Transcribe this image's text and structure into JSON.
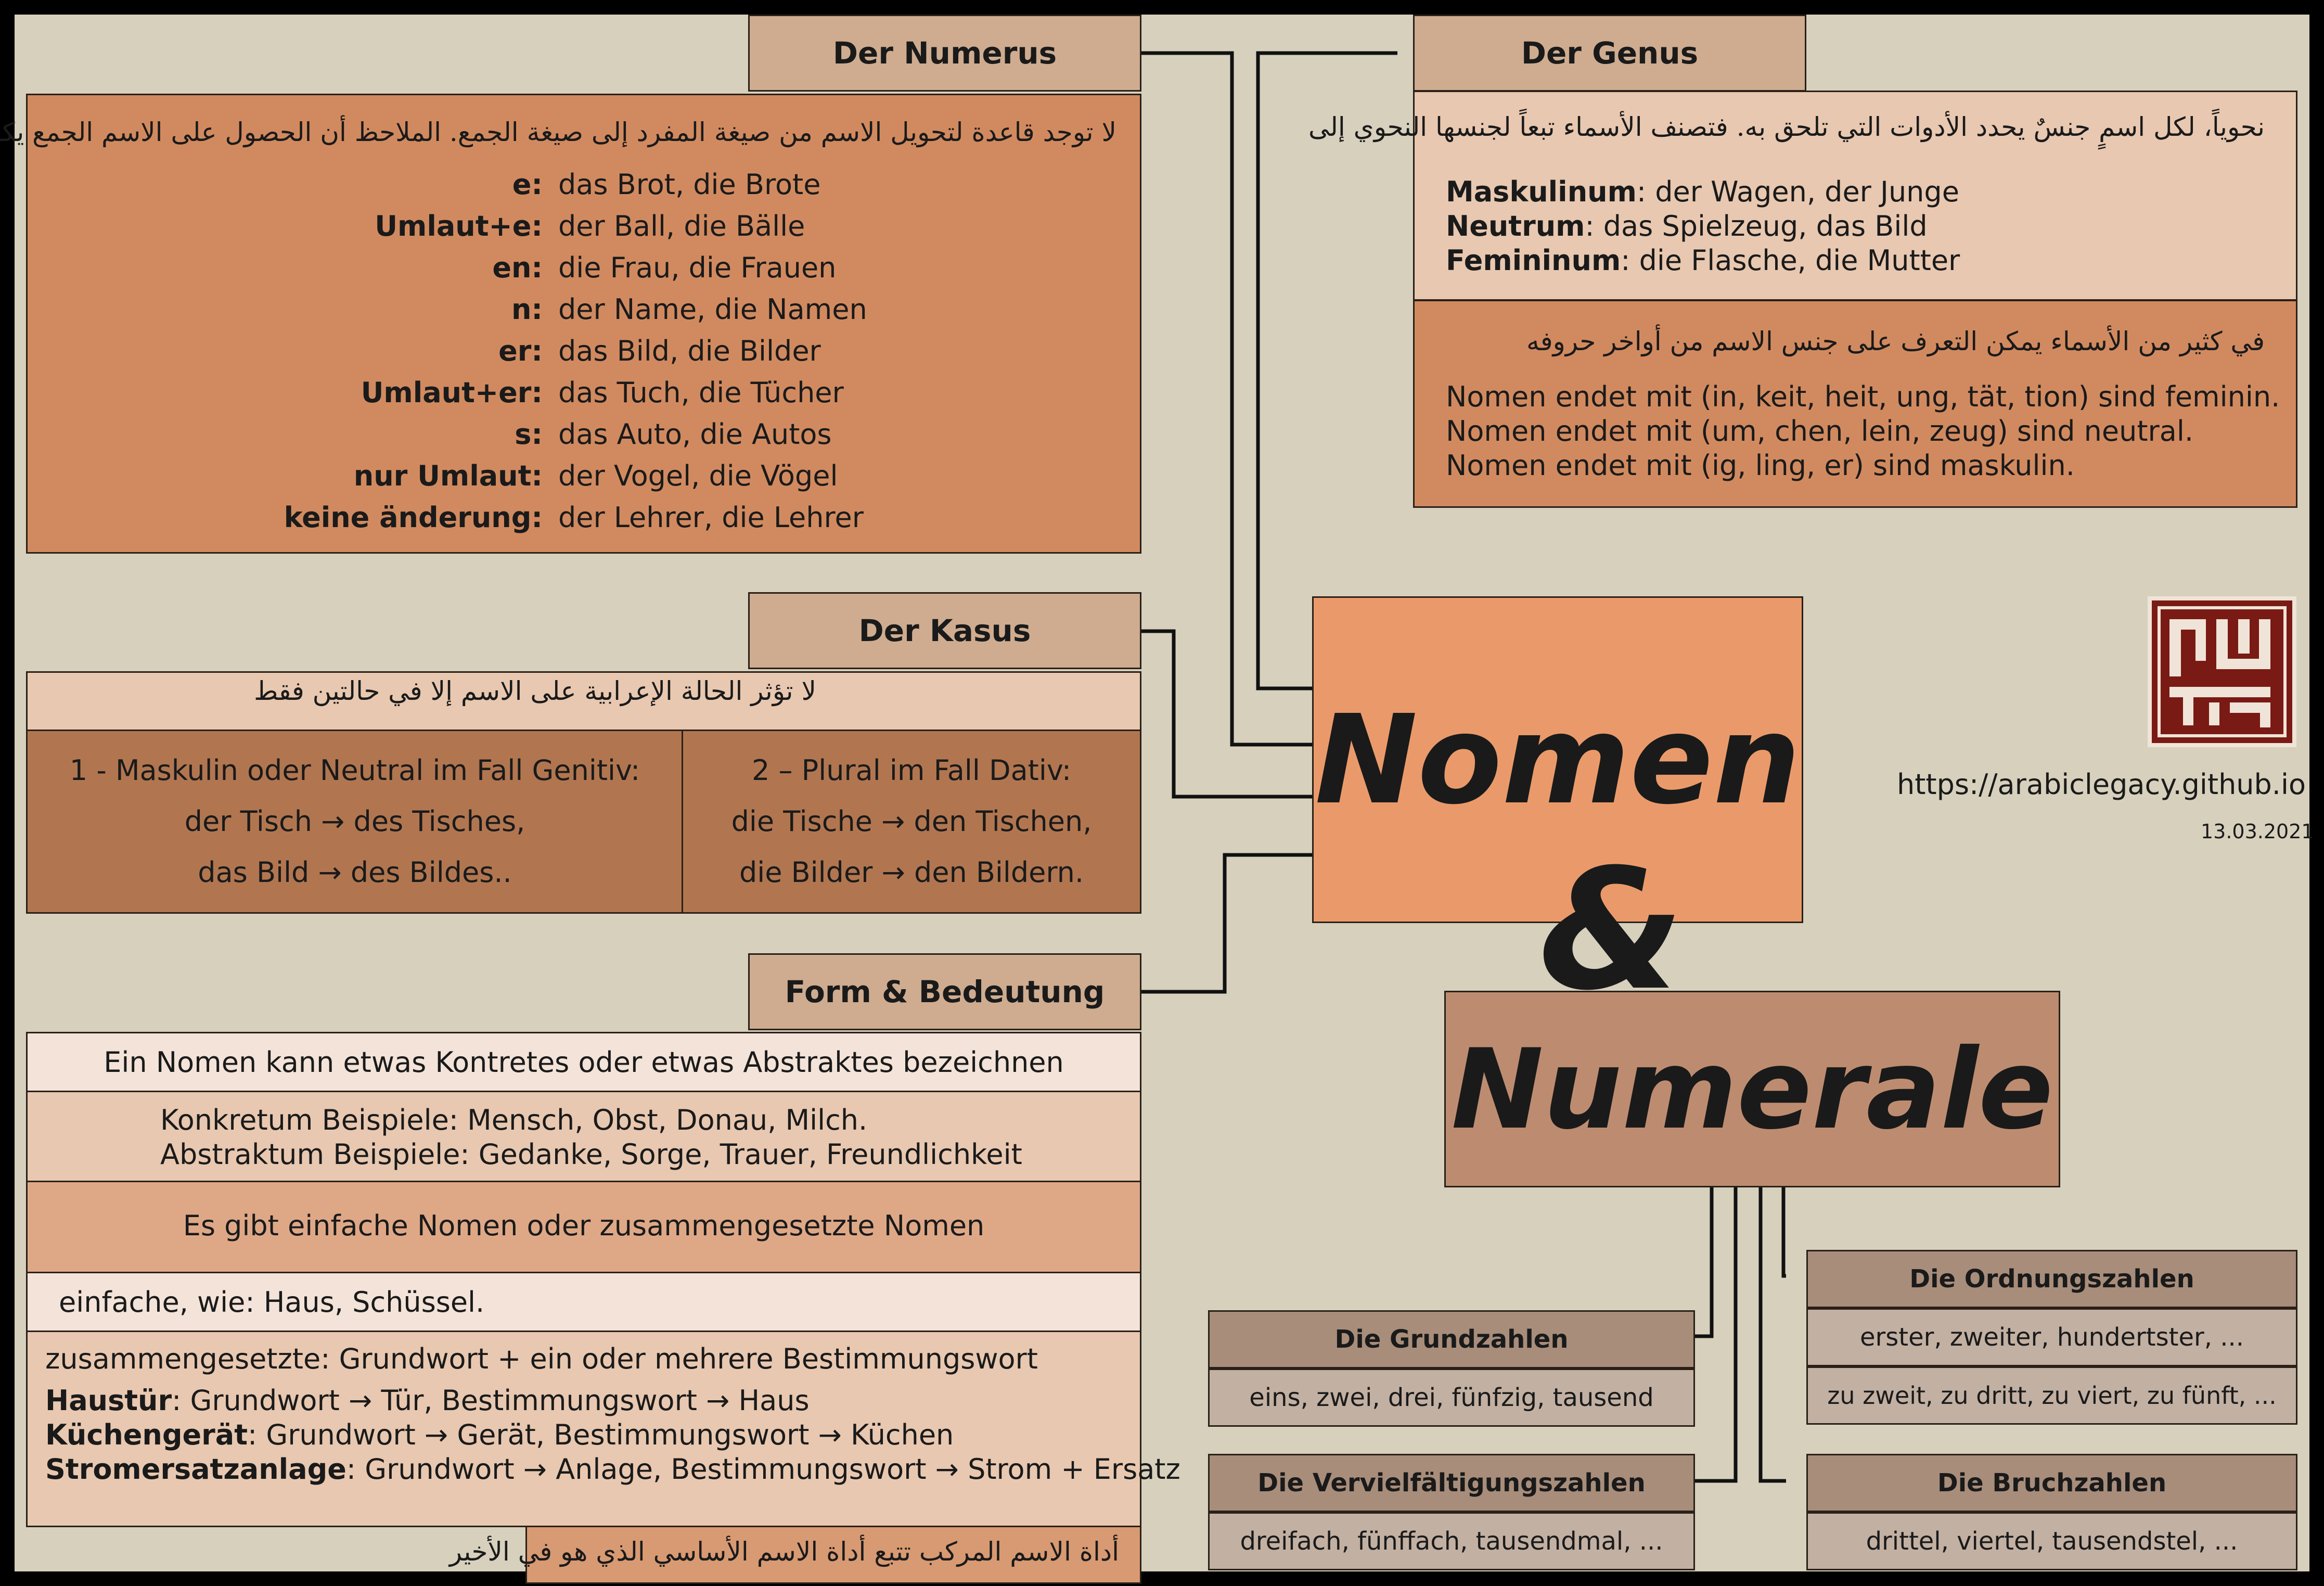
{
  "colors": {
    "background": "#d6d0bd",
    "frame": "#000000",
    "tab": "#cfac90",
    "orange": "#d18a5f",
    "light": "#e8c8b0",
    "brown": "#b17650",
    "nomen": "#ea9a6a",
    "numerale": "#bd8c70",
    "gray": "#a88d7b",
    "graylight": "#c2b0a2"
  },
  "numerus": {
    "title": "Der Numerus",
    "intro": "لا توجد قاعدة لتحويل الاسم من صيغة المفرد إلى صيغة الجمع. الملاحظ أن الحصول على الاسم الجمع يكون بإضافة",
    "rows": [
      {
        "label": "e:",
        "example": "das Brot, die Brote"
      },
      {
        "label": "Umlaut+e:",
        "example": "der Ball, die Bälle"
      },
      {
        "label": "en:",
        "example": "die Frau, die Frauen"
      },
      {
        "label": "n:",
        "example": "der Name, die Namen"
      },
      {
        "label": "er:",
        "example": "das Bild, die Bilder"
      },
      {
        "label": "Umlaut+er:",
        "example": "das Tuch, die Tücher"
      },
      {
        "label": "s:",
        "example": "das Auto, die Autos"
      },
      {
        "label": "nur Umlaut:",
        "example": "der Vogel, die Vögel"
      },
      {
        "label": "keine änderung:",
        "example": "der Lehrer, die Lehrer"
      }
    ]
  },
  "genus": {
    "title": "Der Genus",
    "intro": "نحوياً، لكل اسمٍ جنسٌ يحدد الأدوات التي تلحق به. فتصنف الأسماء تبعاً لجنسها النحوي إلى",
    "items": [
      {
        "term": "Maskulinum",
        "text": ": der Wagen, der Junge"
      },
      {
        "term": "Neutrum",
        "text": ": das Spielzeug, das Bild"
      },
      {
        "term": "Femininum",
        "text": ": die Flasche, die Mutter"
      }
    ],
    "endings_intro": "في كثير من الأسماء يمكن التعرف على جنس الاسم من أواخر حروفه",
    "endings": [
      "Nomen endet mit (in, keit, heit, ung, tät, tion) sind feminin.",
      "Nomen endet mit (um, chen, lein, zeug) sind neutral.",
      "Nomen endet mit (ig, ling, er) sind maskulin."
    ]
  },
  "kasus": {
    "title": "Der Kasus",
    "intro": "لا تؤثر الحالة الإعرابية على الاسم إلا في حالتين فقط",
    "left": [
      "1 - Maskulin oder Neutral im Fall Genitiv:",
      "der Tisch → des Tisches,",
      "das Bild → des Bildes.."
    ],
    "right": [
      "2 – Plural im Fall Dativ:",
      "die Tische → den Tischen,",
      "die Bilder → den Bildern."
    ]
  },
  "form": {
    "title": "Form & Bedeutung",
    "line1": "Ein Nomen kann etwas Kontretes oder etwas Abstraktes bezeichnen",
    "konkret": "Konkretum Beispiele: Mensch, Obst, Donau, Milch.",
    "abstrakt": "Abstraktum Beispiele: Gedanke, Sorge, Trauer, Freundlichkeit",
    "line3": "Es gibt einfache Nomen oder zusammengesetzte Nomen",
    "einfache": "einfache, wie: Haus, Schüssel.",
    "zusammen": "zusammengesetzte: Grundwort + ein oder mehrere Bestimmungswort",
    "examples": [
      {
        "term": "Haustür",
        "text": ": Grundwort → Tür, Bestimmungswort → Haus"
      },
      {
        "term": "Küchengerät",
        "text": ": Grundwort → Gerät, Bestimmungswort → Küchen"
      },
      {
        "term": "Stromersatzanlage",
        "text": ": Grundwort → Anlage, Bestimmungswort → Strom + Ersatz"
      }
    ],
    "note": "أداة الاسم المركب تتبع أداة الاسم الأساسي الذي هو في الأخير"
  },
  "center": {
    "nomen": "Nomen",
    "amp": "&",
    "numerale": "Numerale"
  },
  "meta": {
    "url": "https://arabiclegacy.github.io",
    "date": "13.03.2021"
  },
  "numerals": {
    "grund": {
      "title": "Die Grundzahlen",
      "text": "eins, zwei, drei, fünfzig, tausend"
    },
    "verviel": {
      "title": "Die Vervielfältigungszahlen",
      "text": "dreifach, fünffach, tausendmal, ..."
    },
    "ordnung": {
      "title": "Die Ordnungszahlen",
      "text1": "erster, zweiter, hundertster, ...",
      "text2": "zu zweit, zu dritt, zu viert, zu fünft, ..."
    },
    "bruch": {
      "title": "Die Bruchzahlen",
      "text": "drittel, viertel, tausendstel, ..."
    }
  }
}
